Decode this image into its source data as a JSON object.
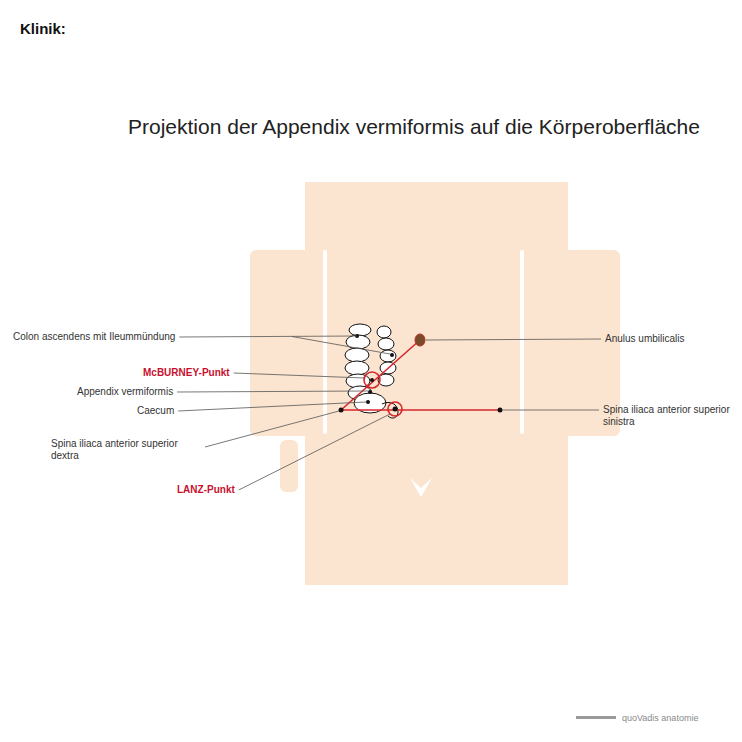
{
  "diagram": {
    "title": "Projektion der Appendix vermiformis auf die Körperoberfläche",
    "labels": [
      "Klinik:",
      "Colon ascendens mit Ileummündung",
      "McBURNEY-Punkt",
      "Appendix vermiformis",
      "Caecum",
      "Spina iliaca anterior superior dextra",
      "LANZ-Punkt",
      "Anulus umbilicalis",
      "Spina iliaca anterior superior sinistra",
      "quoVadis anatomie"
    ]
  }
}
